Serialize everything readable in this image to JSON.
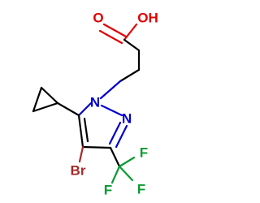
{
  "molecule": {
    "atoms": {
      "carbonyl_oxygen": {
        "label": "O",
        "color": "#e00000"
      },
      "hydroxyl": {
        "label": "OH",
        "color": "#e00000"
      },
      "ring_nitrogen_1": {
        "label": "N",
        "color": "#0000d0"
      },
      "ring_nitrogen_2": {
        "label": "N",
        "color": "#0000d0"
      },
      "bromine": {
        "label": "Br",
        "color": "#a52a2a"
      },
      "fluorine_1": {
        "label": "F",
        "color": "#0a9a32"
      },
      "fluorine_2": {
        "label": "F",
        "color": "#0a9a32"
      },
      "fluorine_3": {
        "label": "F",
        "color": "#0a9a32"
      }
    },
    "colors": {
      "bond": "#000000",
      "background": "#ffffff"
    }
  }
}
